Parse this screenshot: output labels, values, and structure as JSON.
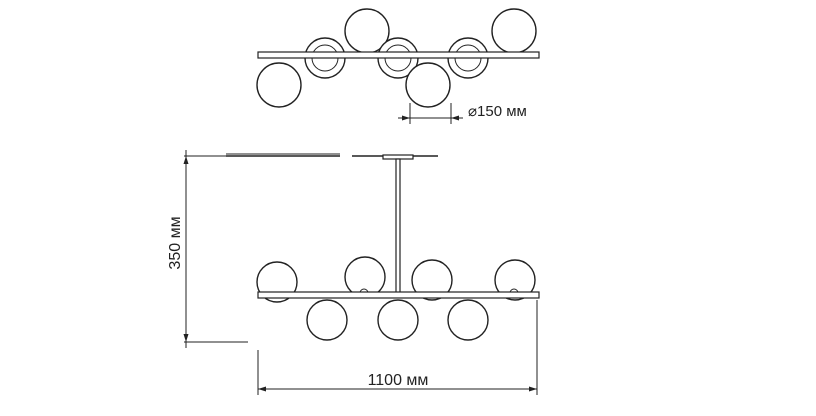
{
  "dimensions": {
    "diameter_label": "⌀150 мм",
    "height_label": "350 мм",
    "width_label": "1100 мм"
  }
}
